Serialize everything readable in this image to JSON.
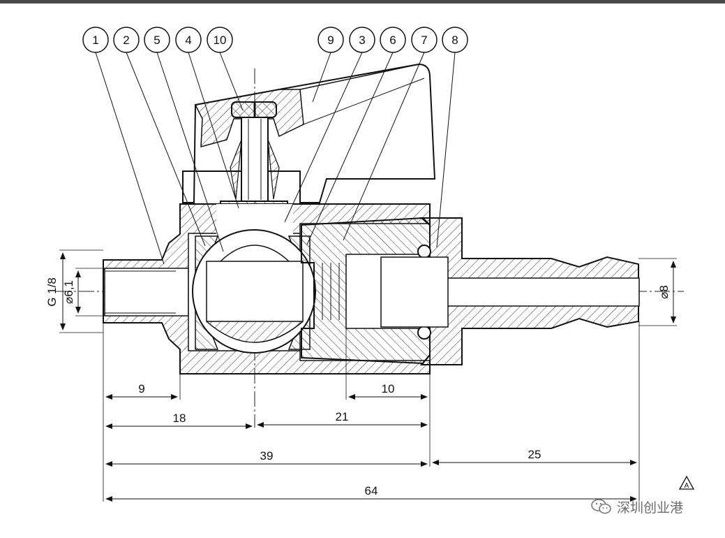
{
  "drawing": {
    "balloons": [
      "1",
      "2",
      "5",
      "4",
      "10",
      "9",
      "3",
      "6",
      "7",
      "8"
    ],
    "dimensions": {
      "thread": "G 1/8",
      "bore": "⌀6,1",
      "hose": "⌀8",
      "d9": "9",
      "d18": "18",
      "d21": "21",
      "d10": "10",
      "d39": "39",
      "d25": "25",
      "d64": "64"
    },
    "revision_mark": "A"
  },
  "watermark": {
    "text": "深圳创业港",
    "icon": "wechat-icon"
  }
}
